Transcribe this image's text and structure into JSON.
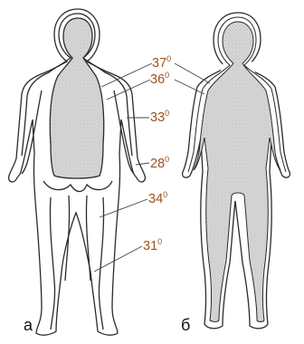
{
  "colors": {
    "label": "#a0501f",
    "outline": "#2a2a2a",
    "core_fill": "#d4d4d4",
    "skin_fill": "#ffffff"
  },
  "temperature_labels": [
    {
      "id": "t37",
      "value": "37",
      "unit": "0"
    },
    {
      "id": "t36",
      "value": "36",
      "unit": "0"
    },
    {
      "id": "t33",
      "value": "33",
      "unit": "0"
    },
    {
      "id": "t28",
      "value": "28",
      "unit": "0"
    },
    {
      "id": "t34",
      "value": "34",
      "unit": "0"
    },
    {
      "id": "t31",
      "value": "31",
      "unit": "0"
    }
  ],
  "panels": {
    "left": "а",
    "right": "б"
  }
}
